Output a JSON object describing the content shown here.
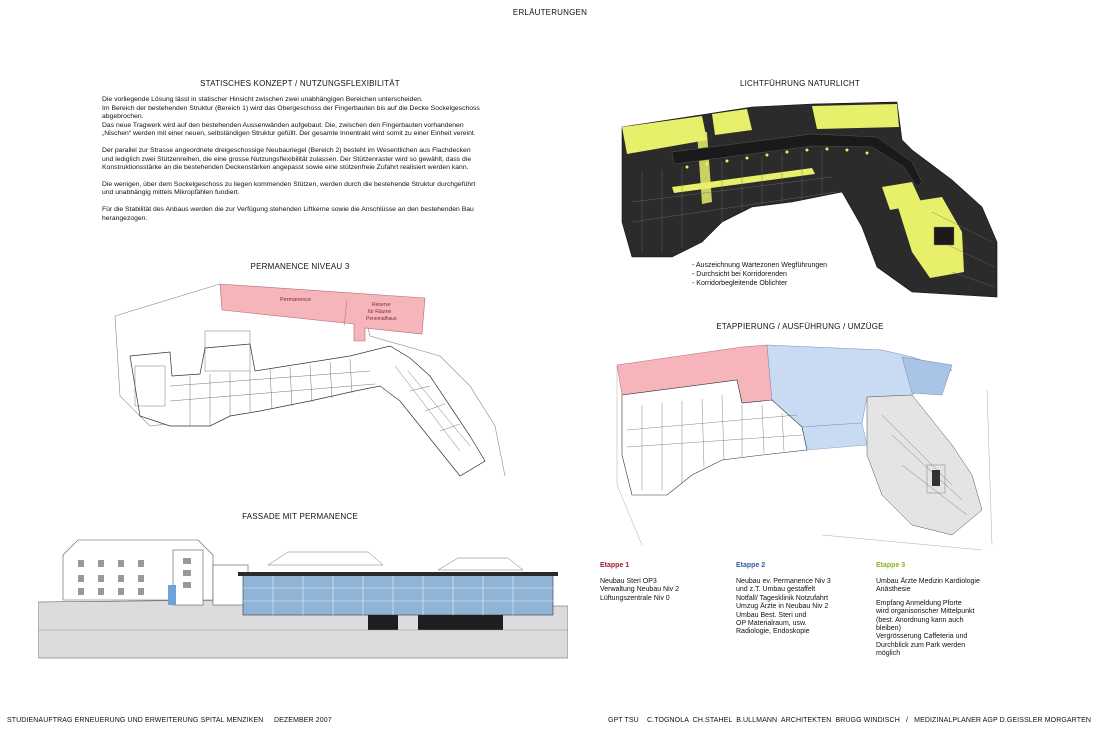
{
  "page_title": "ERLÄUTERUNGEN",
  "static": {
    "heading": "STATISCHES KONZEPT / NUTZUNGSFLEXIBILITÄT",
    "paragraphs": [
      [
        "Die vorliegende Lösung lässt in statischer Hinsicht zwischen zwei unabhängigen Bereichen unterscheiden.",
        "Im Bereich der bestehenden Struktur (Bereich 1) wird das Obergeschoss der Fingerbauten bis auf die Decke Sockelgeschoss",
        "abgebrochen.",
        "Das neue Tragwerk wird auf den bestehenden Aussenwänden aufgebaut. Die, zwischen den Fingerbauten vorhandenen",
        "„Nischen“ werden mit einer neuen, selbständigen Struktur gefüllt. Der gesamte Innentrakt wird somit zu einer Einheit vereint."
      ],
      [
        "Der parallel zur Strasse angeordnete dreigeschossige Neubauriegel (Bereich 2) besteht im Wesentlichen aus Flachdecken",
        "und lediglich zwei Stützenreihen, die eine grosse Nutzungsflexibilität zulassen. Der Stützenraster wird so gewählt, dass die",
        "Konstruktionsstärke an die bestehenden Deckenstärken angepasst sowie eine stützenfreie Zufahrt realisiert werden kann."
      ],
      [
        "Die wenigen, über dem Sockelgeschoss zu liegen kommenden Stützen, werden durch die bestehende Struktur durchgeführt",
        "und unabhängig mittels Mikropfählen fundiert."
      ],
      [
        "Für die Stabilität des Anbaus werden die zur Verfügung stehenden Liftkerne sowie die Anschlüsse an den bestehenden Bau",
        "herangezogen."
      ]
    ]
  },
  "permanence": {
    "heading": "PERMANENCE NIVEAU 3",
    "label_main": "Permanence",
    "label_reserve": [
      "Reserve",
      "für Räume",
      "Personalhaus"
    ]
  },
  "facade": {
    "heading": "FASSADE MIT PERMANENCE"
  },
  "light": {
    "heading": "LICHTFÜHRUNG NATURLICHT",
    "bullets": [
      "- Auszeichnung Wartezonen Wegführungen",
      "- Durchsicht bei Korridorenden",
      "- Korridorbegleitende Oblichter"
    ]
  },
  "stages": {
    "heading": "ETAPPIERUNG / AUSFÜHRUNG / UMZÜGE",
    "items": [
      {
        "title": "Etappe 1",
        "lines": [
          "Neubau Steri OP3",
          "Verwaltung Neubau Niv 2",
          "Lüftungszentrale Niv 0"
        ]
      },
      {
        "title": "Etappe 2",
        "lines": [
          "Neubau ev. Permanence Niv 3",
          "und z.T. Umbau gestaffelt",
          "Notfall/ Tagesklinik Notzufahrt",
          "Umzug Ärzte in Neubau Niv 2",
          "Umbau Best. Steri und",
          "OP Materialraum, usw.",
          "Radiologie, Endoskopie"
        ]
      },
      {
        "title": "Etappe 3",
        "lines": [
          "Umbau Ärzte Medizin Kardiologie",
          "Anästhesie",
          "",
          "Empfang Anmeldung Pforte",
          "wird organisorischer Mittelpunkt",
          "(best. Anordnung kann auch",
          "bleiben)",
          "Vergrösserung Caffeteria und",
          "Durchblick zum Park werden",
          "möglich"
        ]
      }
    ]
  },
  "footer": {
    "left": "STUDIENAUFTRAG ERNEUERUNG UND ERWEITERUNG SPITAL MENZIKEN",
    "date": "DEZEMBER 2007",
    "right": "GPT TSU    C.TOGNOLA  CH.STAHEL  B.ULLMANN  ARCHITEKTEN  BRUGG WINDISCH   /   MEDIZINALPLANER AGP D.GEISSLER MORGARTEN"
  },
  "colors": {
    "stage1": "#9b1c2c",
    "stage2": "#2f5f9e",
    "stage3": "#8ab31e",
    "pink_fill": "#f5b5bb",
    "blue_fill": "#c9dbf2",
    "yellow_fill": "#e8ef6a",
    "dark_fill": "#2b2b2b"
  }
}
